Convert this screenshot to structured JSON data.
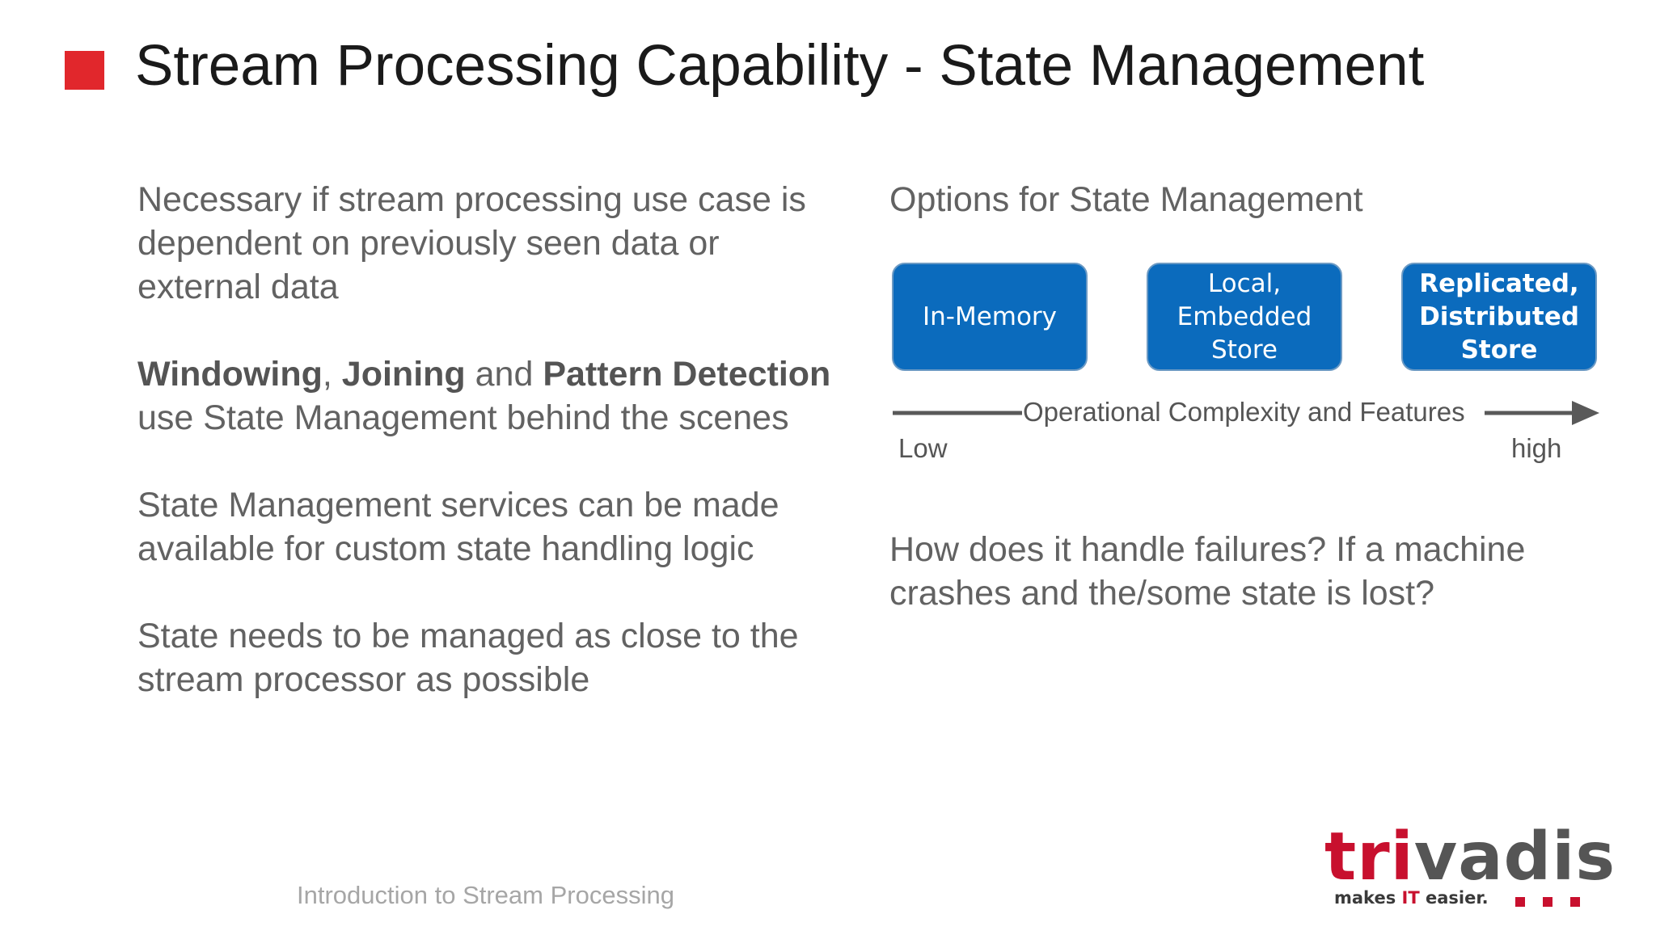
{
  "title": "Stream Processing Capability - State Management",
  "left_points": [
    {
      "text": "Necessary if stream processing use case is dependent on previously seen data or external data"
    },
    {
      "segments": [
        {
          "text": "Windowing",
          "bold": true
        },
        {
          "text": ", ",
          "bold": false
        },
        {
          "text": "Joining",
          "bold": true
        },
        {
          "text": " and ",
          "bold": false
        },
        {
          "text": "Pattern Detection",
          "bold": true
        },
        {
          "text": " use State Management behind the scenes",
          "bold": false
        }
      ]
    },
    {
      "text": "State Management services can be made available for custom state handling logic"
    },
    {
      "text": "State needs to be managed as close to the stream processor as possible"
    }
  ],
  "right": {
    "heading": "Options for State Management",
    "options": [
      {
        "label": "In-Memory",
        "bold": false
      },
      {
        "label": "Local,\nEmbedded\nStore",
        "bold": false
      },
      {
        "label": "Replicated,\nDistributed\nStore",
        "bold": true
      }
    ],
    "axis_label": "Operational Complexity and Features",
    "axis_low": "Low",
    "axis_high": "high",
    "question": "How does it handle failures? If a machine crashes and the/some state is lost?"
  },
  "footer": "Introduction to Stream Processing",
  "logo": {
    "word": "trivadis",
    "tagline_pre": "makes ",
    "tagline_accent": "IT",
    "tagline_post": " easier.",
    "colors": {
      "red": "#c8102e",
      "gray": "#555555"
    }
  },
  "colors": {
    "accent_square": "#e1272c",
    "option_box": "#0b6bbd",
    "body_text": "#626262"
  }
}
